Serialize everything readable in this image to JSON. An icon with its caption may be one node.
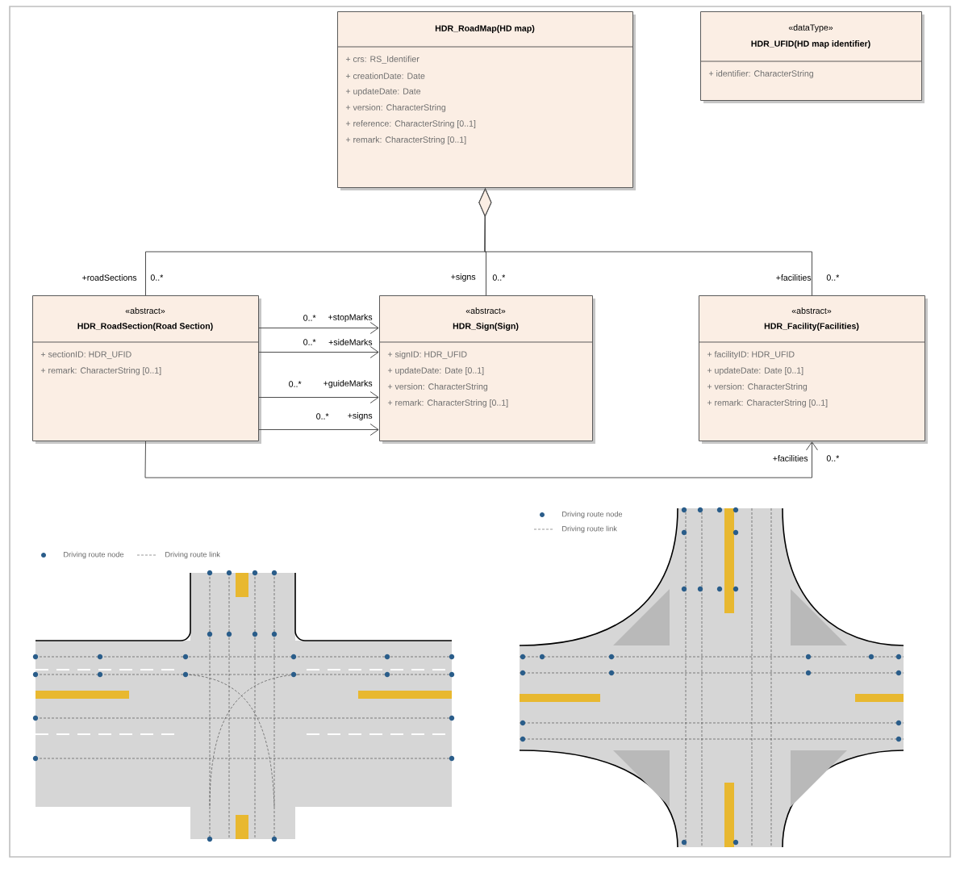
{
  "diagram": {
    "nodes": [
      {
        "text": [
          "HDR_RoadMap(HD map)",
          "+ crs: RS_Identifier",
          "+ creationDate: Date",
          "+ updateDate: Date",
          "+ version: CharacterString",
          "+ reference: CharacterString [0..1]",
          "+ remark: CharacterString [0..1]"
        ]
      },
      {
        "text": [
          "«dataType»",
          "HDR_UFID(HD map identifier)",
          "+ identifier: CharacterString"
        ]
      },
      {
        "text": [
          "«abstract»",
          "HDR_RoadSection(Road Section)",
          "+ sectionID: HDR_UFID",
          "+ remark: CharacterString [0..1]"
        ]
      },
      {
        "text": [
          "«abstract»",
          "HDR_Sign(Sign)",
          "+ signID: HDR_UFID",
          "+ updateDate: Date [0..1]",
          "+ version: CharacterString",
          "+ remark: CharacterString [0..1]"
        ]
      },
      {
        "text": [
          "«abstract»",
          "HDR_Facility(Facilities)",
          "+ facilityID: HDR_UFID",
          "+ updateDate: Date [0..1]",
          "+ version: CharacterString",
          "+ remark: CharacterString [0..1]"
        ]
      }
    ],
    "edges": [
      {
        "from": 0,
        "to": 2,
        "arrow": "other",
        "label": "+roadSections"
      },
      {
        "from": 0,
        "to": 3,
        "arrow": "other",
        "label": "+signs"
      },
      {
        "from": 0,
        "to": 4,
        "arrow": "other",
        "label": "+facilities"
      },
      {
        "from": 2,
        "to": 3,
        "arrow": "to",
        "label": "+stopMarks"
      },
      {
        "from": 2,
        "to": 3,
        "arrow": "to",
        "label": "+sideMarks"
      },
      {
        "from": 2,
        "to": 3,
        "arrow": "to",
        "label": "+guideMarks"
      },
      {
        "from": 2,
        "to": 3,
        "arrow": "to",
        "label": "+signs"
      },
      {
        "from": 2,
        "to": 4,
        "arrow": "to",
        "label": "+facilities"
      }
    ],
    "labels": [
      "0..*",
      "0..*",
      "0..*",
      "0..*",
      "0..*",
      "0..*",
      "0..*",
      "0..*"
    ],
    "legend": [
      {
        "text": "Driving route node"
      },
      {
        "text": "Driving route link"
      },
      {
        "text": "Driving route node"
      },
      {
        "text": "Driving route link"
      }
    ]
  }
}
